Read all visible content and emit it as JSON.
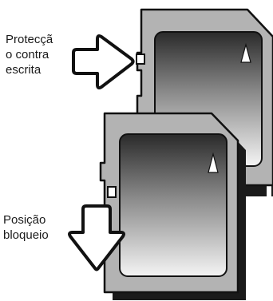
{
  "labels": {
    "write_protect": "Protecçã\no contra\nescrita",
    "lock_position": "Posição\nbloqueio"
  },
  "icons": {
    "arrow_left": "outline-arrow-pointing-right",
    "arrow_down": "outline-arrow-pointing-down"
  },
  "colors": {
    "card_body": "#b3b3b3",
    "card_outline": "#111111",
    "label_gradient_top": "#2a2a2a",
    "label_gradient_bottom": "#f2f2f2",
    "triangle": "#ffffff"
  }
}
